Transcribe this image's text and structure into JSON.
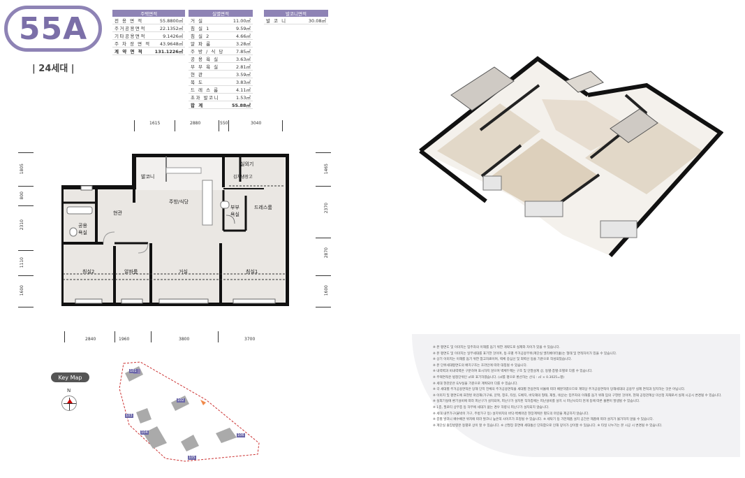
{
  "unit": {
    "type": "55A",
    "households": "| 24세대 |"
  },
  "table_supply": {
    "header": "주택면적",
    "rows": [
      {
        "label": "전 용 면 적",
        "value": "55.8800㎡"
      },
      {
        "label": "주거공용면적",
        "value": "22.1352㎡"
      },
      {
        "label": "기타공용면적",
        "value": "9.1426㎡"
      },
      {
        "label": "주 차 장 면 적",
        "value": "43.9648㎡"
      }
    ],
    "total": {
      "label": "계 약 면 적",
      "value": "131.1226㎡"
    }
  },
  "table_detail": {
    "header": "실별면적",
    "rows": [
      {
        "label": "거 실",
        "value": "11.00㎡"
      },
      {
        "label": "침 실 1",
        "value": "9.59㎡"
      },
      {
        "label": "침 실 2",
        "value": "4.66㎡"
      },
      {
        "label": "알 파 룸",
        "value": "3.28㎡"
      },
      {
        "label": "주 방 / 식 당",
        "value": "7.85㎡"
      },
      {
        "label": "공 용 욕 실",
        "value": "3.63㎡"
      },
      {
        "label": "부 부 욕 실",
        "value": "2.81㎡"
      },
      {
        "label": "현 관",
        "value": "3.59㎡"
      },
      {
        "label": "복 도",
        "value": "3.83㎡"
      },
      {
        "label": "드 레 스 룸",
        "value": "4.11㎡"
      },
      {
        "label": "초과 발코니",
        "value": "1.53㎡"
      }
    ],
    "total": {
      "label": "합 계",
      "value": "55.88㎡"
    }
  },
  "table_balcony": {
    "header": "발코니면적",
    "rows": [
      {
        "label": "발 코 니",
        "value": "30.08㎡"
      }
    ]
  },
  "dims_top": [
    "1615",
    "2880",
    "550",
    "3040"
  ],
  "dims_bottom": [
    "2840",
    "1960",
    "3800",
    "3700"
  ],
  "dims_left": [
    "1805",
    "800",
    "2310",
    "1110",
    "1600"
  ],
  "dims_right": [
    "1465",
    "2370",
    "2870",
    "1600"
  ],
  "rooms": {
    "balcony_top": "발코니",
    "utility": "실외기",
    "kimchi": "김치냉장고",
    "kitchen": "주방/식당",
    "entrance": "현관",
    "common_bath": "공용\n욕실",
    "master_bath": "부부\n욕실",
    "dress": "드레스룸",
    "room2": "침실2",
    "alpha": "알파룸",
    "living": "거실",
    "room1": "침실1"
  },
  "keymap": {
    "title": "Key Map",
    "north": "N",
    "buildings": [
      "101",
      "102",
      "103",
      "104",
      "105",
      "106"
    ]
  },
  "notes": [
    "※ 본 평면도 및 이미지는 입주자의 이해를 돕기 위한 개략도로 실제와 차이가 있을 수 있습니다.",
    "※ 본 평면도 및 이미지는 일부세대를 표기한 것이며, 동·호별 주거공용부위(계단실 엘리베이터홀)는 형태 및 면적차이가 있을 수 있습니다.",
    "※ 상기 이미지는 이해를 돕기 위한 참고자료이며, 벽체 중심선 및 외벽선 등을 기준으로 작성되었습니다.",
    "※ 본 단위세대평면도의 배치구조는 호라인에 따라 대칭될 수 있습니다.",
    "※ 내력벽과 비내력벽은 구분하여 표시하지 않으며 벽체두께는 구조 및 단열설계 상, 동별·층별·호별로 다를 수 있습니다.",
    "※ 주택면적은 법정단위인 ㎡로 표기하였습니다. (㎡를 평으로 환산하는 산식 : ㎡ × 0.3025=평)",
    "※ 세대 현관문은 E/V실을 기준으로 계획되어 다를 수 있습니다.",
    "※ 각 세대별 주거공용면적은 당해 단지 전체의 주거공용면적을 세대별 전용면적 비율에 따라 배분하였으므로 계약상 주거공용면적이 당해세대의 공용부 실제 면적과 일치하는 것은 아닙니다.",
    "※ 이미지 및 평면도에 표현된 마감재(가구류, 문짝, 창호, 타일, 도배지, 바닥재의 형태, 재질, 색상)는 입주자의 이해를 돕기 위해 임의 구현된 것이며, 현재 공정관계상 미선정 자재로서 실제 시공시 변경될 수 있습니다.",
    "※ 실외기실에 환기설비에 따라 피난구가 설치되며, 피난구가 설치된 직하층에는 피난설비를 설치 시 피난사다리 천개 등에 따른 불편이 발생될 수 있습니다.",
    "※ 1층, 필로티 상부층 등 하부에 세대가 없는 경우 하향식 피난구가 설치되지 않습니다.",
    "※ 세대 내부가구(붙박이 가구, 주방가구 등) 설치위치의 바닥·벽체마감 현장계획은 별도의 마감을 제공하지 않습니다.",
    "※ 층별 발코니 배수배관 위치에 따라 발코니 높은쪽 사이즈가 조정될 수 있습니다.     ※ 세탁기 등 가전제품 설치 공간은 제품에 따라 설치가 불가하지 않을 수 있습니다.",
    "※ 계단실 출입방향은 동별로 상이 할 수 있습니다.   ※ 선팔장 후면에 세대통신 단자함으로 인해 깊이가 상이할 수 있습니다.   ※ 타일 나누기는 본 시공 시 변경될 수 있습니다."
  ]
}
